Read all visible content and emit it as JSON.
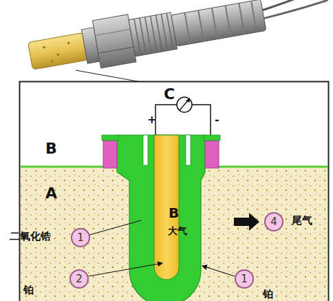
{
  "diagram": {
    "nodes": [
      {
        "text": [
          "4"
        ]
      },
      {
        "text": [
          "1"
        ]
      },
      {
        "text": [
          "2"
        ]
      },
      {
        "text": [
          "1"
        ]
      }
    ],
    "labels": [
      "C",
      "+",
      "-",
      "B",
      "A",
      "二氧化锆",
      "B",
      "大气",
      "尾气",
      "铂",
      "铂"
    ]
  }
}
